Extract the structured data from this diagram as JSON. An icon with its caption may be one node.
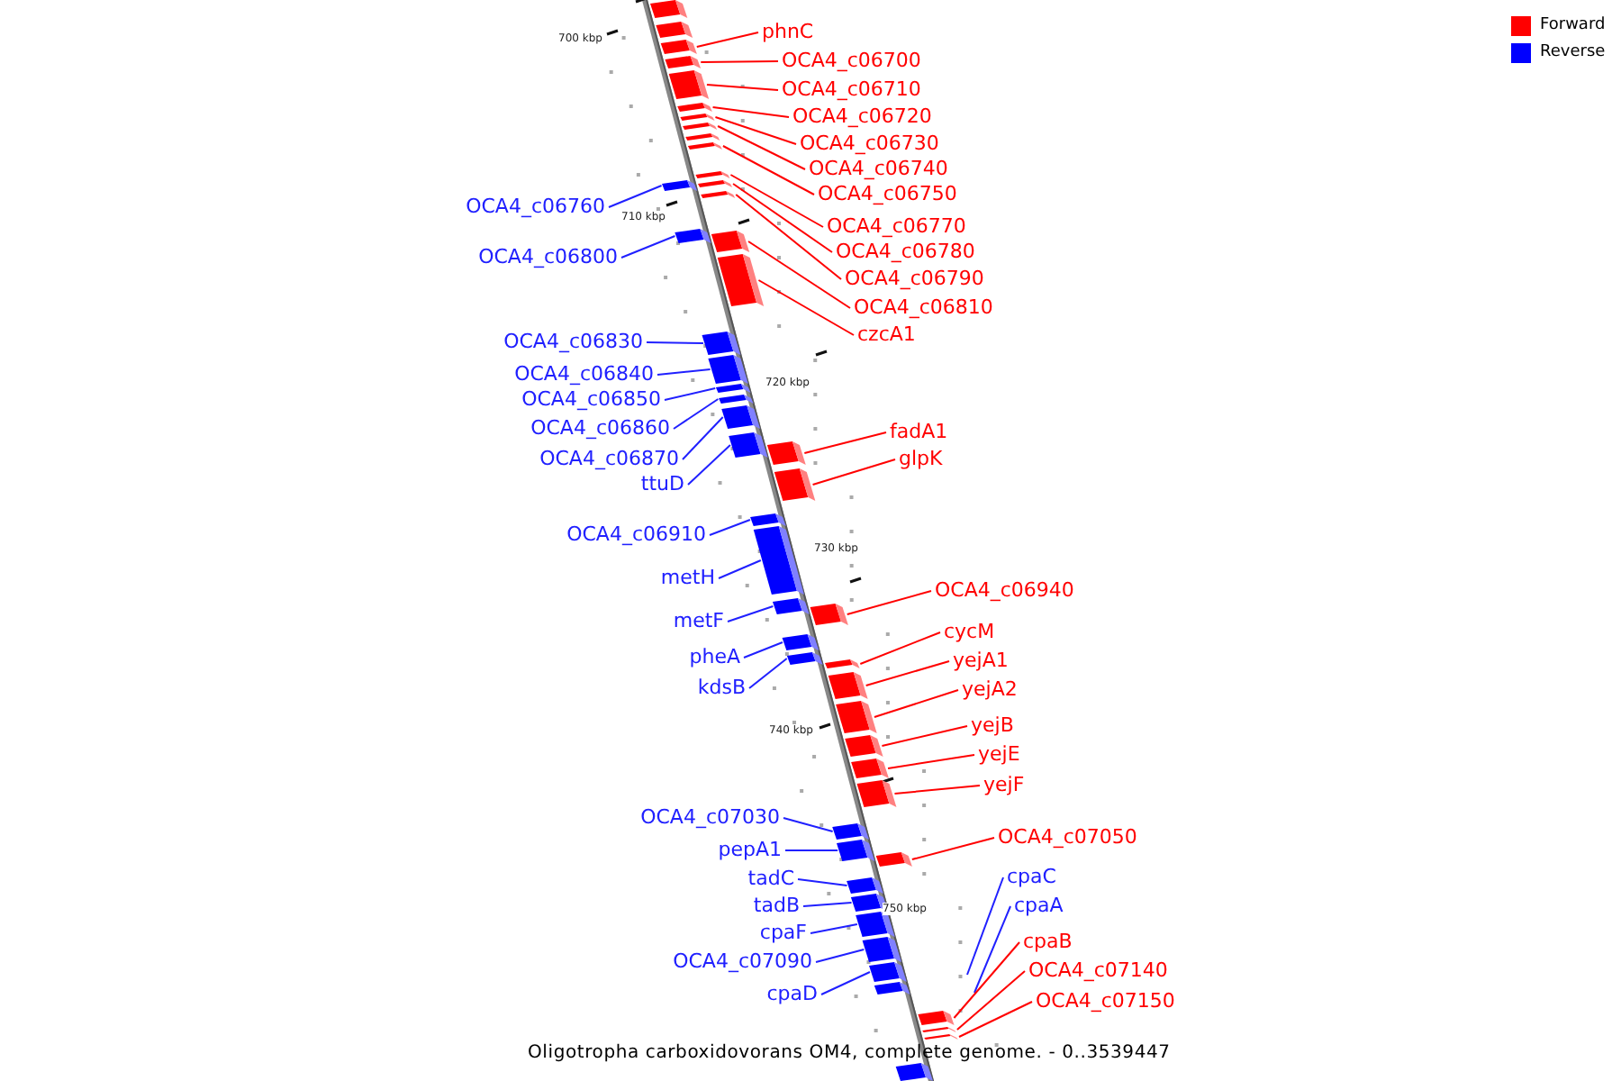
{
  "diagram": {
    "caption": "Oligotropha carboxidovorans OM4, complete genome. - 0..3539447",
    "nodes": [
      {
        "text": [
          "phnC"
        ]
      },
      {
        "text": [
          "OCA4_c06700"
        ]
      },
      {
        "text": [
          "OCA4_c06710"
        ]
      },
      {
        "text": [
          "OCA4_c06720"
        ]
      },
      {
        "text": [
          "OCA4_c06730"
        ]
      },
      {
        "text": [
          "OCA4_c06740"
        ]
      },
      {
        "text": [
          "OCA4_c06750"
        ]
      },
      {
        "text": [
          "OCA4_c06760"
        ]
      },
      {
        "text": [
          "OCA4_c06770"
        ]
      },
      {
        "text": [
          "OCA4_c06780"
        ]
      },
      {
        "text": [
          "OCA4_c06800"
        ]
      },
      {
        "text": [
          "OCA4_c06790"
        ]
      },
      {
        "text": [
          "OCA4_c06810"
        ]
      },
      {
        "text": [
          "czcA1"
        ]
      },
      {
        "text": [
          "OCA4_c06830"
        ]
      },
      {
        "text": [
          "OCA4_c06840"
        ]
      },
      {
        "text": [
          "OCA4_c06850"
        ]
      },
      {
        "text": [
          "OCA4_c06860"
        ]
      },
      {
        "text": [
          "fadA1"
        ]
      },
      {
        "text": [
          "OCA4_c06870"
        ]
      },
      {
        "text": [
          "glpK"
        ]
      },
      {
        "text": [
          "ttuD"
        ]
      },
      {
        "text": [
          "OCA4_c06910"
        ]
      },
      {
        "text": [
          "metH"
        ]
      },
      {
        "text": [
          "OCA4_c06940"
        ]
      },
      {
        "text": [
          "metF"
        ]
      },
      {
        "text": [
          "cycM"
        ]
      },
      {
        "text": [
          "pheA"
        ]
      },
      {
        "text": [
          "yejA1"
        ]
      },
      {
        "text": [
          "kdsB"
        ]
      },
      {
        "text": [
          "yejA2"
        ]
      },
      {
        "text": [
          "yejB"
        ]
      },
      {
        "text": [
          "yejE"
        ]
      },
      {
        "text": [
          "yejF"
        ]
      },
      {
        "text": [
          "OCA4_c07030"
        ]
      },
      {
        "text": [
          "OCA4_c07050"
        ]
      },
      {
        "text": [
          "pepA1"
        ]
      },
      {
        "text": [
          "cpaC"
        ]
      },
      {
        "text": [
          "tadC"
        ]
      },
      {
        "text": [
          "cpaA"
        ]
      },
      {
        "text": [
          "tadB"
        ]
      },
      {
        "text": [
          "cpaF"
        ]
      },
      {
        "text": [
          "cpaB"
        ]
      },
      {
        "text": [
          "OCA4_c07090"
        ]
      },
      {
        "text": [
          "OCA4_c07140"
        ]
      },
      {
        "text": [
          "cpaD"
        ]
      },
      {
        "text": [
          "OCA4_c07150"
        ]
      },
      {
        "text": [],
        "shape": "bar"
      },
      {
        "text": [],
        "shape": "bar"
      },
      {
        "text": [],
        "shape": "bar"
      },
      {
        "text": [],
        "shape": "bar"
      },
      {
        "text": [],
        "shape": "bar"
      },
      {
        "text": [],
        "shape": "bar"
      },
      {
        "text": [],
        "shape": "bar"
      },
      {
        "text": [],
        "shape": "bar"
      },
      {
        "text": [],
        "shape": "bar"
      },
      {
        "text": [],
        "shape": "bar"
      },
      {
        "text": [],
        "shape": "bar"
      },
      {
        "text": [],
        "shape": "bar"
      },
      {
        "text": [],
        "shape": "bar"
      },
      {
        "text": [],
        "shape": "bar"
      },
      {
        "text": [],
        "shape": "bar"
      },
      {
        "text": [],
        "shape": "bar"
      },
      {
        "text": [],
        "shape": "bar"
      },
      {
        "text": [],
        "shape": "bar"
      },
      {
        "text": [],
        "shape": "bar"
      },
      {
        "text": [],
        "shape": "bar"
      },
      {
        "text": [],
        "shape": "bar"
      },
      {
        "text": [],
        "shape": "bar"
      },
      {
        "text": [],
        "shape": "bar"
      },
      {
        "text": [],
        "shape": "bar"
      },
      {
        "text": [],
        "shape": "bar"
      },
      {
        "text": [],
        "shape": "bar"
      },
      {
        "text": [],
        "shape": "bar"
      },
      {
        "text": [],
        "shape": "bar"
      },
      {
        "text": [],
        "shape": "bar"
      },
      {
        "text": [],
        "shape": "bar"
      },
      {
        "text": [],
        "shape": "bar"
      },
      {
        "text": [],
        "shape": "bar"
      },
      {
        "text": [],
        "shape": "bar"
      },
      {
        "text": [],
        "shape": "bar"
      },
      {
        "text": [],
        "shape": "bar"
      },
      {
        "text": [],
        "shape": "bar"
      },
      {
        "text": [],
        "shape": "bar"
      },
      {
        "text": [],
        "shape": "bar"
      },
      {
        "text": [],
        "shape": "bar"
      },
      {
        "text": [],
        "shape": "bar"
      },
      {
        "text": [],
        "shape": "bar"
      },
      {
        "text": [],
        "shape": "bar"
      },
      {
        "text": [],
        "shape": "bar"
      },
      {
        "text": [],
        "shape": "bar"
      },
      {
        "text": [],
        "shape": "bar"
      },
      {
        "text": [],
        "shape": "bar"
      },
      {
        "text": [],
        "shape": "bar"
      },
      {
        "text": [],
        "shape": "bar"
      },
      {
        "text": [],
        "shape": "bar"
      },
      {
        "text": [],
        "shape": "bar"
      }
    ],
    "edges": [
      {
        "from": 0,
        "to": 47,
        "arrow": "none"
      },
      {
        "from": 1,
        "to": 48,
        "arrow": "none"
      },
      {
        "from": 2,
        "to": 49,
        "arrow": "none"
      },
      {
        "from": 3,
        "to": 50,
        "arrow": "none"
      },
      {
        "from": 4,
        "to": 51,
        "arrow": "none"
      },
      {
        "from": 5,
        "to": 52,
        "arrow": "none"
      },
      {
        "from": 6,
        "to": 53,
        "arrow": "none"
      },
      {
        "from": 7,
        "to": 55,
        "arrow": "none",
        "color": "#2020ff"
      },
      {
        "from": 8,
        "to": 54,
        "arrow": "none"
      },
      {
        "from": 9,
        "to": 56,
        "arrow": "none"
      },
      {
        "from": 10,
        "to": 58,
        "arrow": "none",
        "color": "#2020ff"
      },
      {
        "from": 11,
        "to": 57,
        "arrow": "none"
      },
      {
        "from": 12,
        "to": 59,
        "arrow": "none"
      },
      {
        "from": 13,
        "to": 60,
        "arrow": "none"
      },
      {
        "from": 14,
        "to": 61,
        "arrow": "none",
        "color": "#2020ff"
      },
      {
        "from": 15,
        "to": 62,
        "arrow": "none",
        "color": "#2020ff"
      },
      {
        "from": 16,
        "to": 63,
        "arrow": "none",
        "color": "#2020ff"
      },
      {
        "from": 17,
        "to": 64,
        "arrow": "none",
        "color": "#2020ff"
      },
      {
        "from": 18,
        "to": 67,
        "arrow": "none"
      },
      {
        "from": 19,
        "to": 65,
        "arrow": "none",
        "color": "#2020ff"
      },
      {
        "from": 20,
        "to": 68,
        "arrow": "none"
      },
      {
        "from": 21,
        "to": 66,
        "arrow": "none",
        "color": "#2020ff"
      },
      {
        "from": 22,
        "to": 69,
        "arrow": "none",
        "color": "#2020ff"
      },
      {
        "from": 23,
        "to": 70,
        "arrow": "none",
        "color": "#2020ff"
      },
      {
        "from": 24,
        "to": 72,
        "arrow": "none"
      },
      {
        "from": 25,
        "to": 71,
        "arrow": "none",
        "color": "#2020ff"
      },
      {
        "from": 26,
        "to": 75,
        "arrow": "none"
      },
      {
        "from": 27,
        "to": 73,
        "arrow": "none",
        "color": "#2020ff"
      },
      {
        "from": 28,
        "to": 76,
        "arrow": "none"
      },
      {
        "from": 29,
        "to": 74,
        "arrow": "none",
        "color": "#2020ff"
      },
      {
        "from": 30,
        "to": 77,
        "arrow": "none"
      },
      {
        "from": 31,
        "to": 78,
        "arrow": "none"
      },
      {
        "from": 32,
        "to": 79,
        "arrow": "none"
      },
      {
        "from": 33,
        "to": 80,
        "arrow": "none"
      },
      {
        "from": 34,
        "to": 81,
        "arrow": "none",
        "color": "#2020ff"
      },
      {
        "from": 35,
        "to": 83,
        "arrow": "none"
      },
      {
        "from": 36,
        "to": 82,
        "arrow": "none",
        "color": "#2020ff"
      },
      {
        "from": 37,
        "to": null,
        "arrow": "none",
        "color": "#2020ff"
      },
      {
        "from": 38,
        "to": 84,
        "arrow": "none",
        "color": "#2020ff"
      },
      {
        "from": 39,
        "to": null,
        "arrow": "none",
        "color": "#2020ff"
      },
      {
        "from": 40,
        "to": 85,
        "arrow": "none",
        "color": "#2020ff"
      },
      {
        "from": 41,
        "to": 86,
        "arrow": "none",
        "color": "#2020ff"
      },
      {
        "from": 42,
        "to": 89,
        "arrow": "none"
      },
      {
        "from": 43,
        "to": 87,
        "arrow": "none",
        "color": "#2020ff"
      },
      {
        "from": 44,
        "to": 90,
        "arrow": "none"
      },
      {
        "from": 45,
        "to": 88,
        "arrow": "none",
        "color": "#2020ff"
      },
      {
        "from": 46,
        "to": 91,
        "arrow": "none"
      }
    ],
    "labels": [
      "700 kbp",
      "710 kbp",
      "720 kbp",
      "730 kbp",
      "740 kbp",
      "750 kbp"
    ],
    "legend": [
      {
        "text": "Forward",
        "color": "#ff0000"
      },
      {
        "text": "Reverse",
        "color": "#0000ff"
      }
    ]
  }
}
